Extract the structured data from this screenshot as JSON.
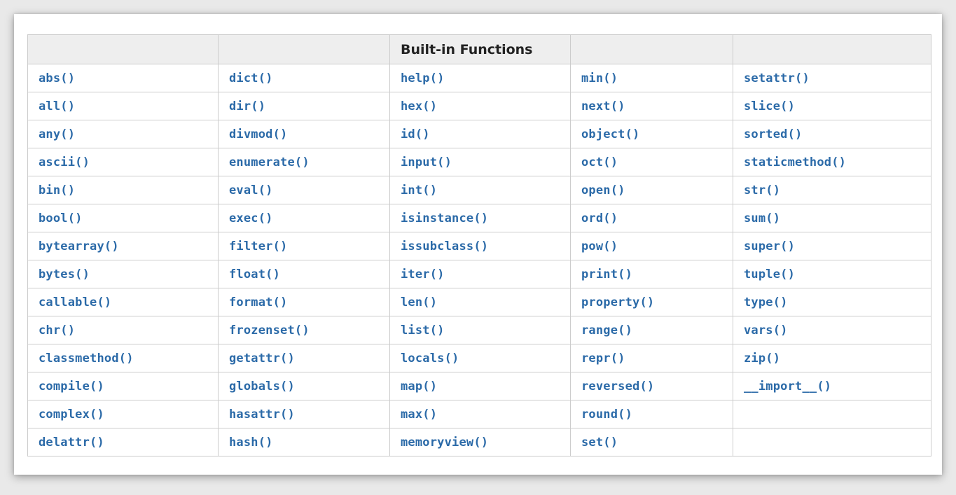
{
  "table": {
    "header": [
      "",
      "",
      "Built-in Functions",
      "",
      ""
    ],
    "colors": {
      "link": "#2b6aa8",
      "header_bg": "#eeeeee",
      "border": "#cccccc",
      "header_text": "#222222"
    },
    "rows": [
      [
        "abs()",
        "dict()",
        "help()",
        "min()",
        "setattr()"
      ],
      [
        "all()",
        "dir()",
        "hex()",
        "next()",
        "slice()"
      ],
      [
        "any()",
        "divmod()",
        "id()",
        "object()",
        "sorted()"
      ],
      [
        "ascii()",
        "enumerate()",
        "input()",
        "oct()",
        "staticmethod()"
      ],
      [
        "bin()",
        "eval()",
        "int()",
        "open()",
        "str()"
      ],
      [
        "bool()",
        "exec()",
        "isinstance()",
        "ord()",
        "sum()"
      ],
      [
        "bytearray()",
        "filter()",
        "issubclass()",
        "pow()",
        "super()"
      ],
      [
        "bytes()",
        "float()",
        "iter()",
        "print()",
        "tuple()"
      ],
      [
        "callable()",
        "format()",
        "len()",
        "property()",
        "type()"
      ],
      [
        "chr()",
        "frozenset()",
        "list()",
        "range()",
        "vars()"
      ],
      [
        "classmethod()",
        "getattr()",
        "locals()",
        "repr()",
        "zip()"
      ],
      [
        "compile()",
        "globals()",
        "map()",
        "reversed()",
        "__import__()"
      ],
      [
        "complex()",
        "hasattr()",
        "max()",
        "round()",
        ""
      ],
      [
        "delattr()",
        "hash()",
        "memoryview()",
        "set()",
        ""
      ]
    ]
  }
}
